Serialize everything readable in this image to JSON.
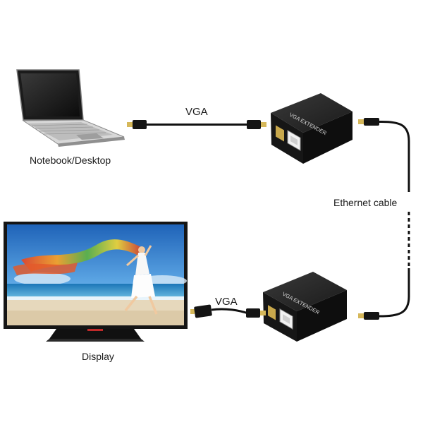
{
  "labels": {
    "notebook": "Notebook/Desktop",
    "vga_top": "VGA",
    "ethernet": "Ethernet cable",
    "vga_bottom": "VGA",
    "display": "Display"
  },
  "extender_top_text": "VGA EXTENDER",
  "extender_bottom_text": "VGA EXTENDER",
  "colors": {
    "cable": "#111111",
    "extender_body": "#161616",
    "extender_top": "#2b2b2b",
    "gold": "#d6b85a",
    "screen_sky": "#3f8fd8",
    "sea": "#2c86c4",
    "sand": "#e9dcc2"
  }
}
